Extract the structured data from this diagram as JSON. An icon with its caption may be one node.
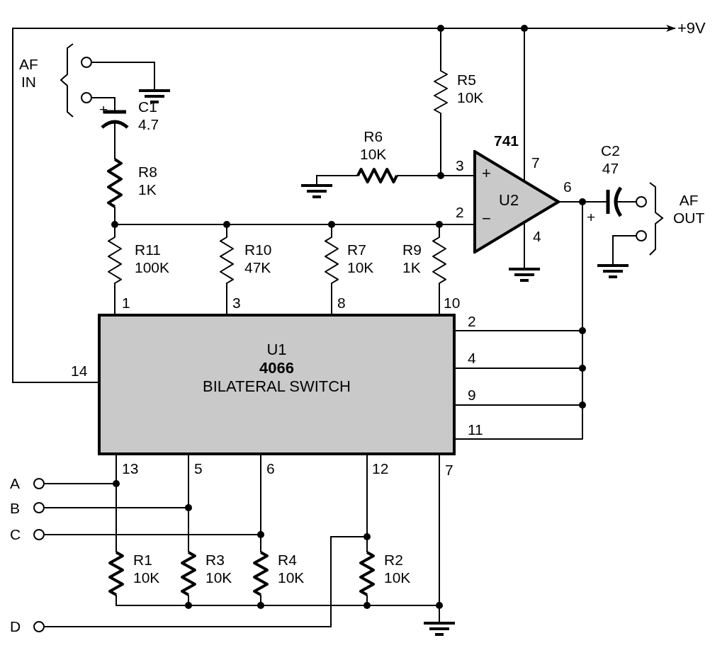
{
  "diagram": {
    "nodes": [
      {
        "text": [
          "U1",
          "4066",
          "BILATERAL SWITCH"
        ],
        "beside": [
          "1",
          "3",
          "8",
          "10",
          "2",
          "4",
          "14",
          "9",
          "11",
          "13",
          "5",
          "6",
          "12",
          "7"
        ]
      },
      {
        "text": [
          "+",
          "U2",
          "−"
        ],
        "beside": [
          "741",
          "3",
          "7",
          "6",
          "2",
          "4"
        ]
      },
      {
        "text": [
          "+9V"
        ]
      }
    ],
    "edges": [
      {
        "from": 0,
        "to": 1,
        "arrow": "none"
      },
      {
        "from": 0,
        "to": 1,
        "arrow": "none"
      },
      {
        "from": 0,
        "to": 1,
        "arrow": "none"
      },
      {
        "from": 0,
        "to": 1,
        "arrow": "none"
      },
      {
        "from": 0,
        "to": 2,
        "arrow": "to"
      },
      {
        "from": 0,
        "to": 1,
        "arrow": "none"
      },
      {
        "from": 0,
        "to": 1,
        "arrow": "none"
      },
      {
        "from": 0,
        "to": 1,
        "arrow": "none"
      },
      {
        "from": 0,
        "to": 1,
        "arrow": "none"
      },
      {
        "from": 0,
        "to": 1,
        "arrow": "none"
      },
      {
        "from": 0,
        "to": 1,
        "arrow": "none"
      }
    ],
    "labels": [
      "AF IN",
      "C1 4.7",
      "+",
      "R5 10K",
      "R6 10K",
      "R8 1K",
      "C2 47",
      "+",
      "AF OUT",
      "R11 100K",
      "R10 47K",
      "R7 10K",
      "R9 1K",
      "A",
      "B",
      "C",
      "R1 10K",
      "R3 10K",
      "R4 10K",
      "R2 10K",
      "D"
    ]
  }
}
